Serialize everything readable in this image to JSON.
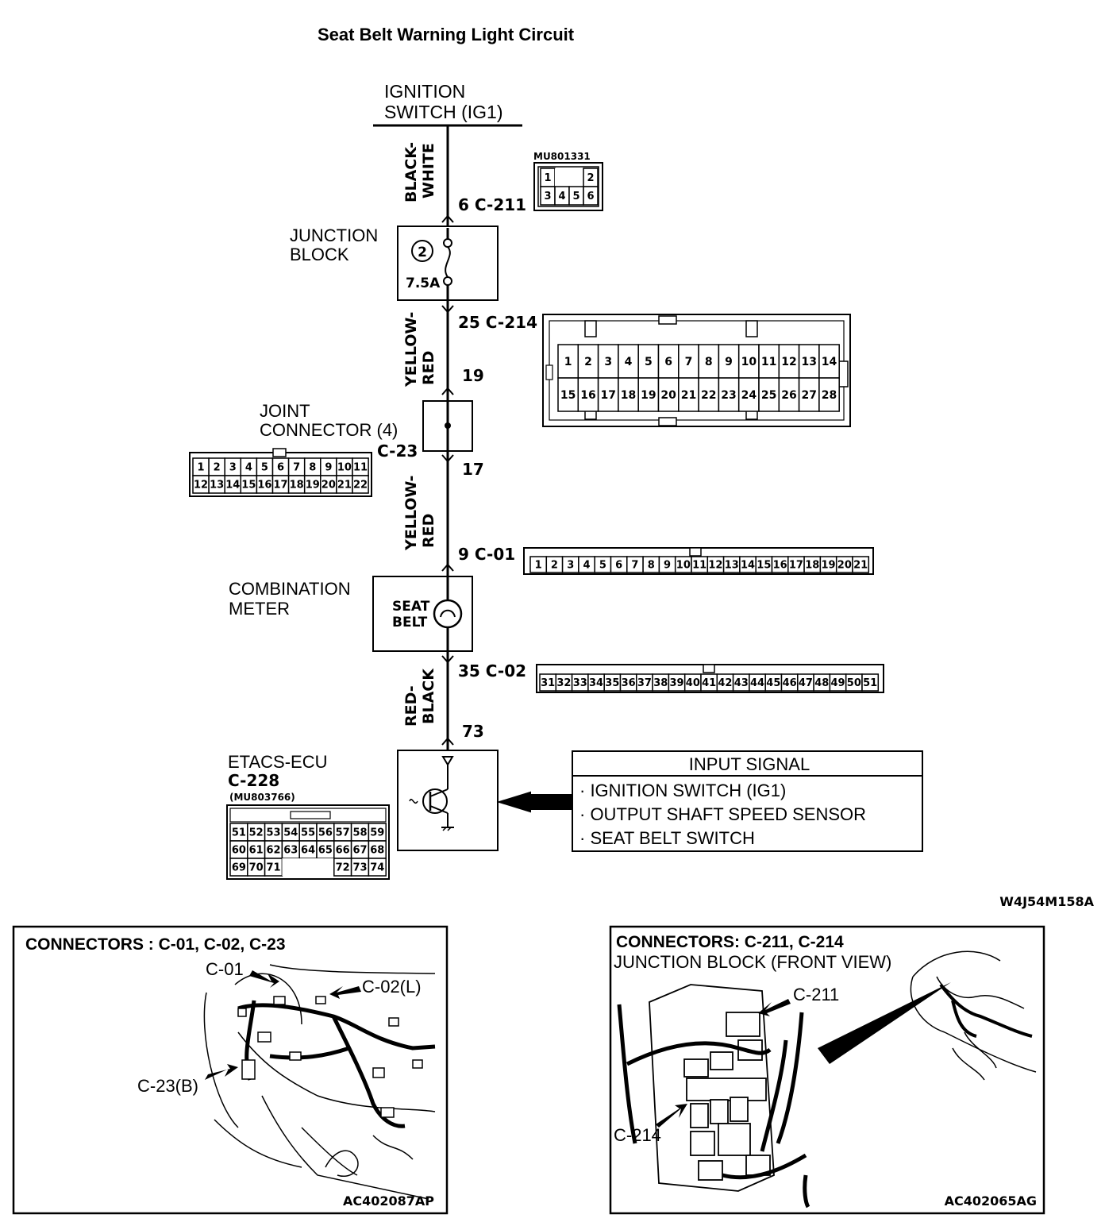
{
  "title": "Seat Belt Warning Light Circuit",
  "ignition": {
    "line1": "IGNITION",
    "line2": "SWITCH (IG1)"
  },
  "wires": {
    "w1_line1": "BLACK-",
    "w1_line2": "WHITE",
    "w2_line1": "YELLOW-",
    "w2_line2": "RED",
    "w3_line1": "YELLOW-",
    "w3_line2": "RED",
    "w4_line1": "RED-",
    "w4_line2": "BLACK"
  },
  "pins": {
    "p_c211": "6  C-211",
    "p_c214": "25  C-214",
    "p_19": "19",
    "p_17": "17",
    "p_c01": "9  C-01",
    "p_c02": "35  C-02",
    "p_73": "73"
  },
  "junction_block": {
    "line1": "JUNCTION",
    "line2": "BLOCK",
    "fuse_no": "2",
    "fuse_rating": "7.5A"
  },
  "joint_connector": {
    "line1": "JOINT",
    "line2": "CONNECTOR (4)",
    "code": "C-23"
  },
  "combination_meter": {
    "line1": "COMBINATION",
    "line2": "METER",
    "lamp_line1": "SEAT",
    "lamp_line2": "BELT"
  },
  "etacs": {
    "name": "ETACS-ECU",
    "code": "C-228",
    "part": "(MU803766)"
  },
  "connector_c211": {
    "part": "MU801331",
    "row1": [
      "1",
      "",
      "",
      "2"
    ],
    "row2": [
      "3",
      "4",
      "5",
      "6"
    ]
  },
  "connector_c214": {
    "row1": [
      "1",
      "2",
      "3",
      "4",
      "5",
      "6",
      "7",
      "8",
      "9",
      "10",
      "11",
      "12",
      "13",
      "14"
    ],
    "row2": [
      "15",
      "16",
      "17",
      "18",
      "19",
      "20",
      "21",
      "22",
      "23",
      "24",
      "25",
      "26",
      "27",
      "28"
    ]
  },
  "connector_c23": {
    "row1": [
      "1",
      "2",
      "3",
      "4",
      "5",
      "6",
      "7",
      "8",
      "9",
      "10",
      "11"
    ],
    "row2": [
      "12",
      "13",
      "14",
      "15",
      "16",
      "17",
      "18",
      "19",
      "20",
      "21",
      "22"
    ]
  },
  "connector_c01": {
    "row1": [
      "1",
      "2",
      "3",
      "4",
      "5",
      "6",
      "7",
      "8",
      "9",
      "10",
      "11",
      "12",
      "13",
      "14",
      "15",
      "16",
      "17",
      "18",
      "19",
      "20",
      "21"
    ]
  },
  "connector_c02": {
    "row1": [
      "31",
      "32",
      "33",
      "34",
      "35",
      "36",
      "37",
      "38",
      "39",
      "40",
      "41",
      "42",
      "43",
      "44",
      "45",
      "46",
      "47",
      "48",
      "49",
      "50",
      "51"
    ]
  },
  "connector_c228": {
    "row1": [
      "51",
      "52",
      "53",
      "54",
      "55",
      "56",
      "57",
      "58",
      "59"
    ],
    "row2": [
      "60",
      "61",
      "62",
      "63",
      "64",
      "65",
      "66",
      "67",
      "68"
    ],
    "row3": [
      "69",
      "70",
      "71",
      "",
      "",
      "",
      "72",
      "73",
      "74"
    ]
  },
  "input_signal": {
    "header": "INPUT SIGNAL",
    "items": [
      "· IGNITION SWITCH (IG1)",
      "· OUTPUT SHAFT SPEED SENSOR",
      "· SEAT BELT SWITCH"
    ]
  },
  "diagram_code": "W4J54M158A",
  "panel_left": {
    "title": "CONNECTORS : C-01, C-02, C-23",
    "callouts": [
      "C-01",
      "C-02(L)",
      "C-23(B)"
    ],
    "ref": "AC402087AP"
  },
  "panel_right": {
    "title": "CONNECTORS: C-211, C-214",
    "subtitle": "JUNCTION BLOCK (FRONT VIEW)",
    "callouts": [
      "C-211",
      "C-214"
    ],
    "ref": "AC402065AG"
  }
}
